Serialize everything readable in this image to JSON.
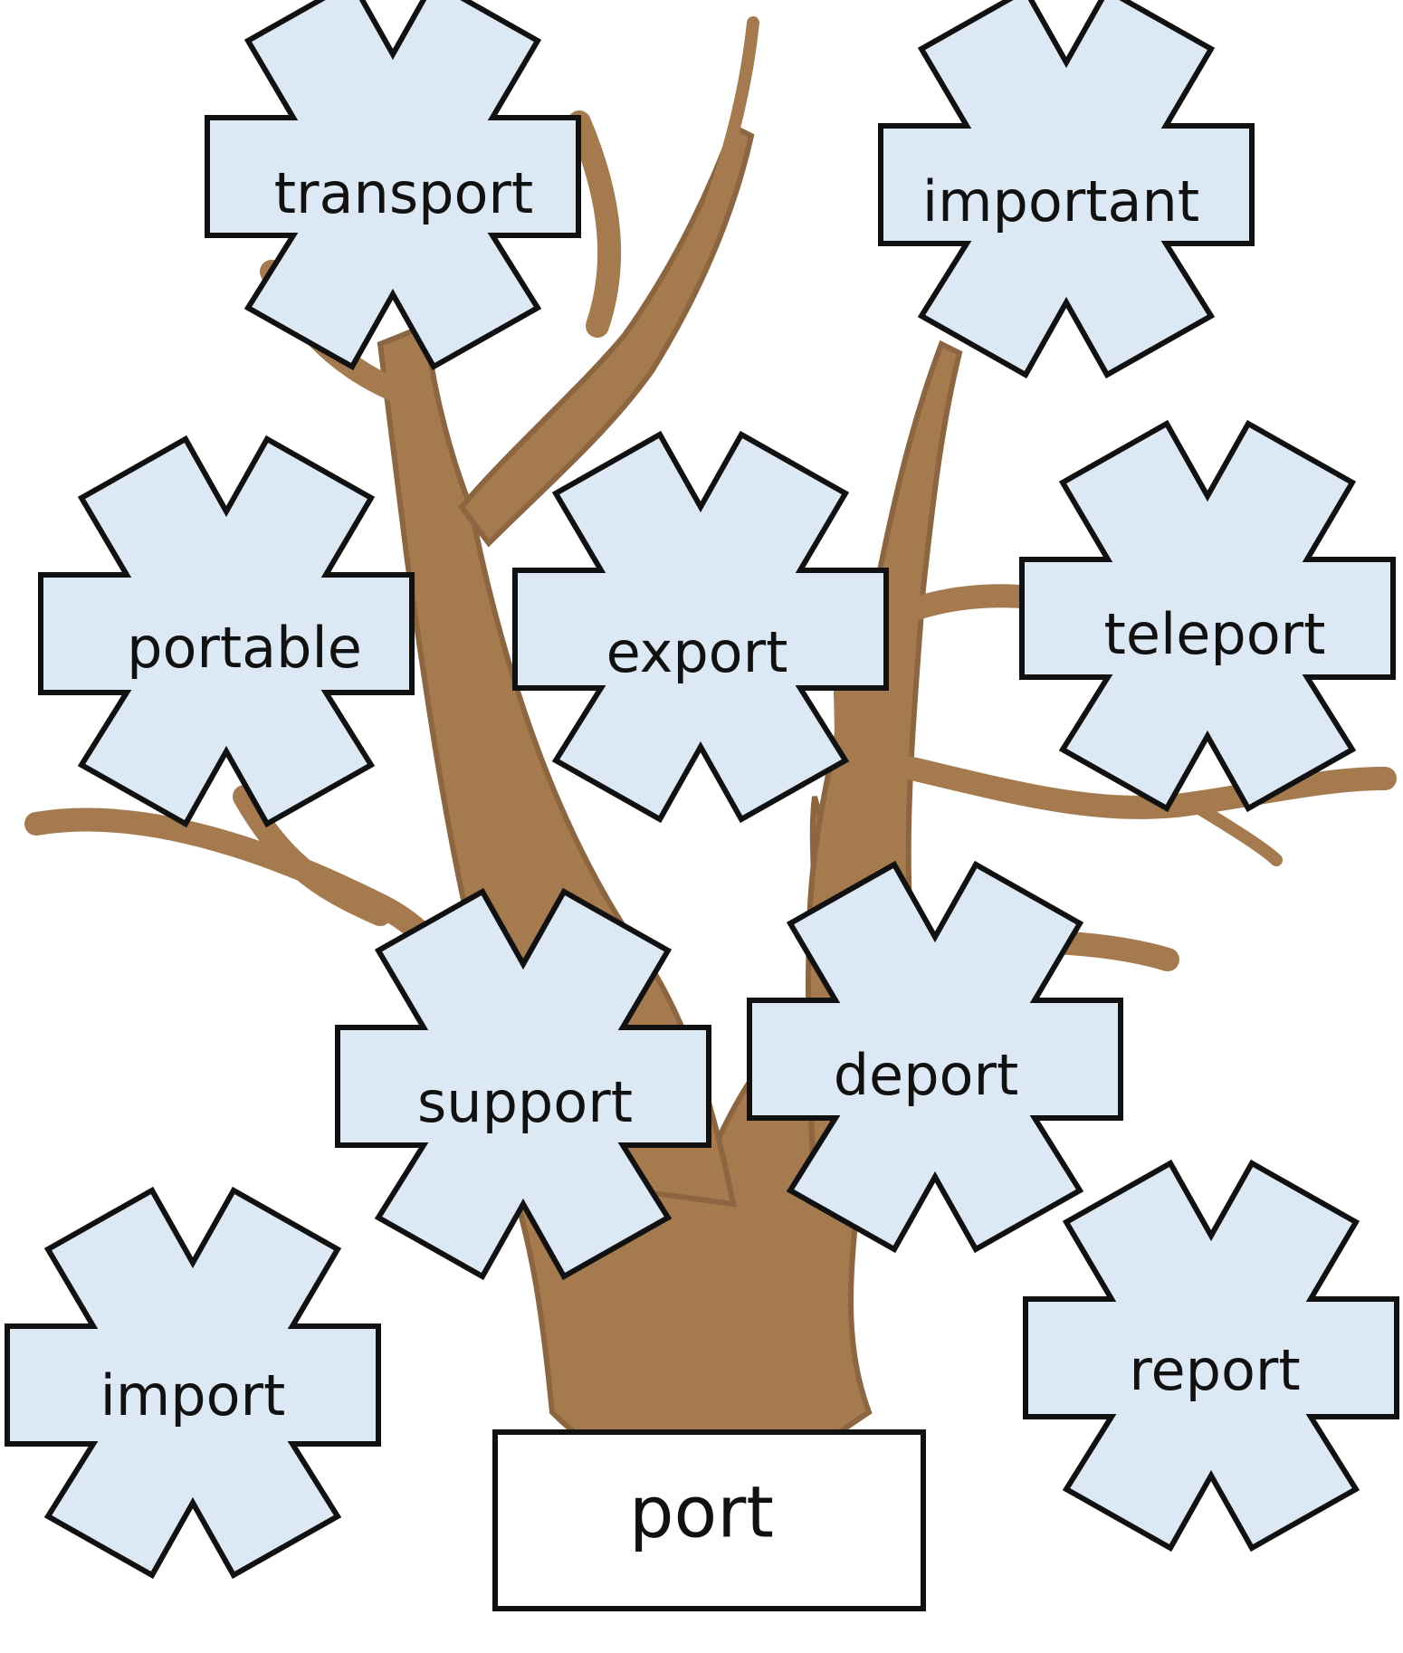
{
  "root": {
    "label": "port"
  },
  "words": [
    {
      "id": "transport",
      "label": "transport"
    },
    {
      "id": "important",
      "label": "important"
    },
    {
      "id": "portable",
      "label": "portable"
    },
    {
      "id": "export",
      "label": "export"
    },
    {
      "id": "teleport",
      "label": "teleport"
    },
    {
      "id": "support",
      "label": "support"
    },
    {
      "id": "deport",
      "label": "deport"
    },
    {
      "id": "import",
      "label": "import"
    },
    {
      "id": "report",
      "label": "report"
    }
  ],
  "colors": {
    "leaf_fill": "#dde8f5",
    "outline": "#111111",
    "trunk": "#a57a4f",
    "root_box_fill": "#ffffff"
  }
}
